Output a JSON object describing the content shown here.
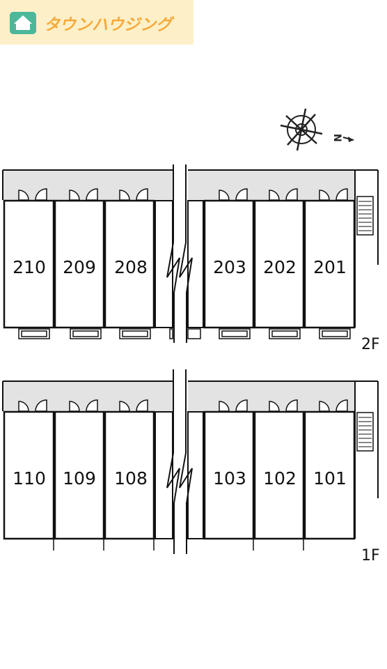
{
  "brand": {
    "name": "タウンハウジング",
    "background_color": "#fdf0c8",
    "text_color": "#f6a93b",
    "icon_color": "#4bb89a"
  },
  "compass": {
    "label": "N"
  },
  "floors": [
    {
      "label": "2F",
      "units_left": [
        "210",
        "209",
        "208"
      ],
      "units_right": [
        "203",
        "202",
        "201"
      ]
    },
    {
      "label": "1F",
      "units_left": [
        "110",
        "109",
        "108"
      ],
      "units_right": [
        "103",
        "102",
        "101"
      ]
    }
  ],
  "colors": {
    "corridor": "#e3e3e3",
    "wall": "#111111",
    "room": "#ffffff"
  }
}
